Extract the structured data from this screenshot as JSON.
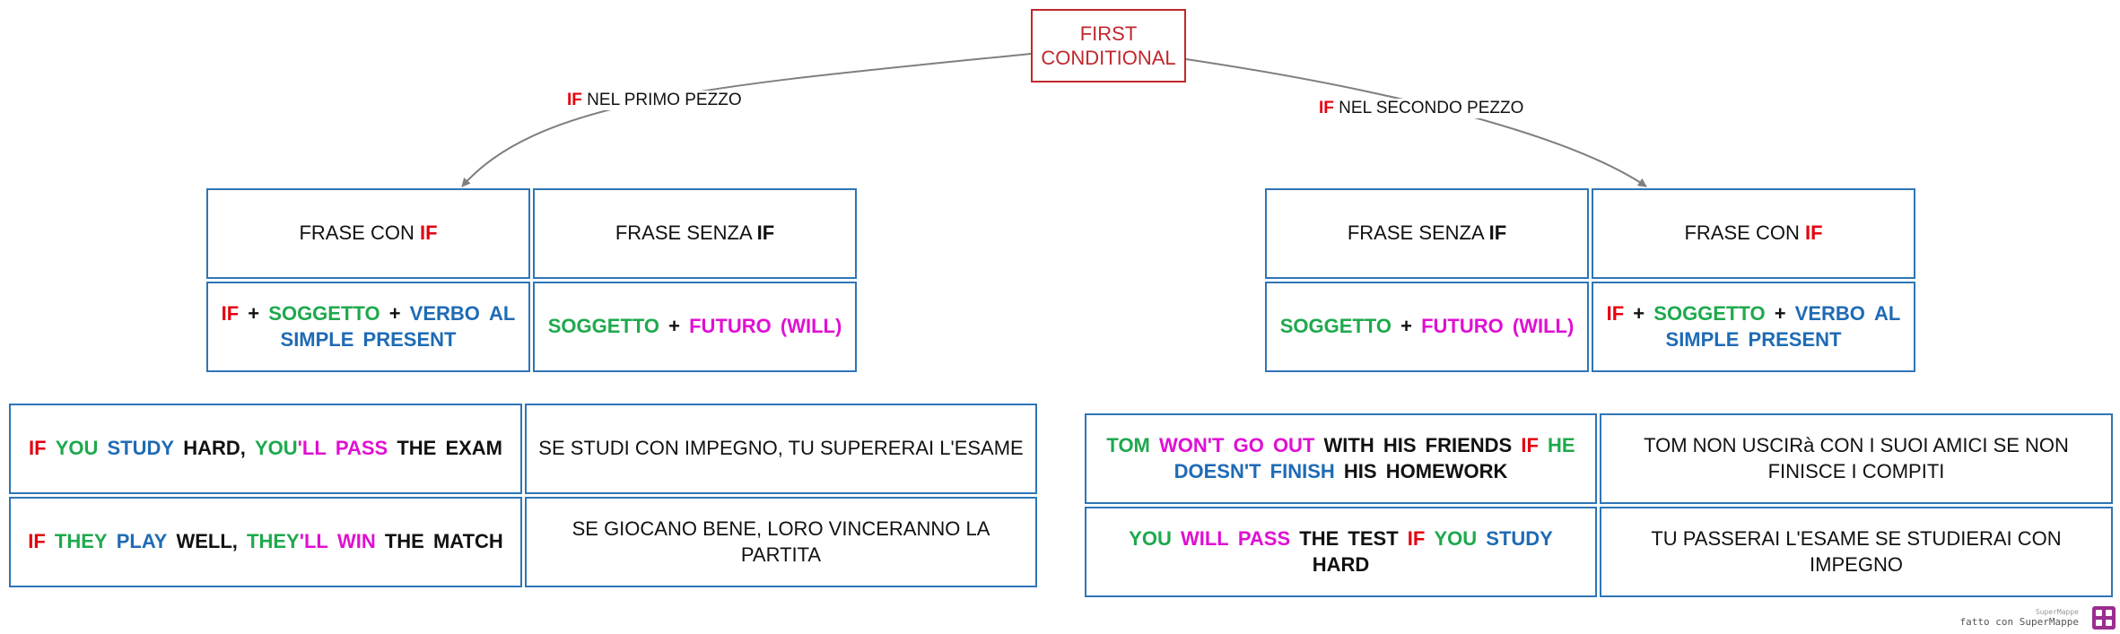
{
  "root": {
    "line1": "FIRST",
    "line2": "CONDITIONAL"
  },
  "branches": {
    "left": {
      "if": "IF",
      "rest": " NEL PRIMO PEZZO"
    },
    "right": {
      "if": "IF",
      "rest": " NEL SECONDO PEZZO"
    }
  },
  "headers": {
    "frase_con": "FRASE CON ",
    "frase_senza": "FRASE SENZA ",
    "if": "IF"
  },
  "rules": {
    "if_clause": [
      {
        "text": "IF",
        "color": "#e3000f"
      },
      {
        "text": "+",
        "color": "#111111"
      },
      {
        "text": "SOGGETTO",
        "color": "#1ea94d"
      },
      {
        "text": "+",
        "color": "#111111"
      },
      {
        "text": "VERBO",
        "color": "#1f6bb5"
      },
      {
        "text": "AL",
        "color": "#1f6bb5"
      },
      {
        "text": "SIMPLE",
        "color": "#1f6bb5"
      },
      {
        "text": "PRESENT",
        "color": "#1f6bb5"
      }
    ],
    "main_clause": [
      {
        "text": "SOGGETTO",
        "color": "#1ea94d"
      },
      {
        "text": "+",
        "color": "#111111"
      },
      {
        "text": "FUTURO",
        "color": "#e00fd2"
      },
      {
        "text": "(WILL)",
        "color": "#e00fd2"
      }
    ]
  },
  "examples": {
    "left": [
      {
        "sentence": [
          {
            "text": "IF",
            "color": "#e3000f"
          },
          {
            "text": "YOU",
            "color": "#1ea94d"
          },
          {
            "text": "STUDY",
            "color": "#1f6bb5"
          },
          {
            "text": "HARD,",
            "color": "#111111"
          },
          {
            "text": "YOU'LL",
            "color": "#1ea94d",
            "split": [
              [
                "YOU",
                "#1ea94d"
              ],
              [
                "'LL",
                "#e00fd2"
              ]
            ]
          },
          {
            "text": "PASS",
            "color": "#e00fd2"
          },
          {
            "text": "THE",
            "color": "#111111"
          },
          {
            "text": "EXAM",
            "color": "#111111"
          }
        ],
        "translation": "SE STUDI CON IMPEGNO, TU SUPERERAI L'ESAME"
      },
      {
        "sentence": [
          {
            "text": "IF",
            "color": "#e3000f"
          },
          {
            "text": "THEY",
            "color": "#1ea94d"
          },
          {
            "text": "PLAY",
            "color": "#1f6bb5"
          },
          {
            "text": "WELL,",
            "color": "#111111"
          },
          {
            "text": "THEY'LL",
            "color": "#1ea94d",
            "split": [
              [
                "THEY",
                "#1ea94d"
              ],
              [
                "'LL",
                "#e00fd2"
              ]
            ]
          },
          {
            "text": "WIN",
            "color": "#e00fd2"
          },
          {
            "text": "THE",
            "color": "#111111"
          },
          {
            "text": "MATCH",
            "color": "#111111"
          }
        ],
        "translation": "SE GIOCANO BENE, LORO VINCERANNO LA PARTITA"
      }
    ],
    "right": [
      {
        "sentence": [
          {
            "text": "TOM",
            "color": "#1ea94d"
          },
          {
            "text": "WON'T",
            "color": "#e00fd2"
          },
          {
            "text": "GO",
            "color": "#e00fd2"
          },
          {
            "text": "OUT",
            "color": "#e00fd2"
          },
          {
            "text": "WITH",
            "color": "#111111"
          },
          {
            "text": "HIS",
            "color": "#111111"
          },
          {
            "text": "FRIENDS",
            "color": "#111111"
          },
          {
            "text": "IF",
            "color": "#e3000f"
          },
          {
            "text": "HE",
            "color": "#1ea94d"
          },
          {
            "text": "DOESN'T",
            "color": "#1f6bb5"
          },
          {
            "text": "FINISH",
            "color": "#1f6bb5"
          },
          {
            "text": "HIS",
            "color": "#111111"
          },
          {
            "text": "HOMEWORK",
            "color": "#111111"
          }
        ],
        "translation": "TOM NON USCIRà CON I SUOI AMICI SE NON FINISCE I COMPITI"
      },
      {
        "sentence": [
          {
            "text": "YOU",
            "color": "#1ea94d"
          },
          {
            "text": "WILL",
            "color": "#e00fd2"
          },
          {
            "text": "PASS",
            "color": "#e00fd2"
          },
          {
            "text": "THE",
            "color": "#111111"
          },
          {
            "text": "TEST",
            "color": "#111111"
          },
          {
            "text": "IF",
            "color": "#e3000f"
          },
          {
            "text": "YOU",
            "color": "#1ea94d"
          },
          {
            "text": "STUDY",
            "color": "#1f6bb5"
          },
          {
            "text": "HARD",
            "color": "#111111"
          }
        ],
        "translation": "TU PASSERAI L'ESAME SE STUDIERAI CON IMPEGNO"
      }
    ]
  },
  "footer": {
    "small": "SuperMappe",
    "main": "fatto con SuperMappe",
    "logo_color": "#9b2d8f"
  },
  "colors": {
    "box_border": "#2e75b6",
    "root_border": "#c0272d",
    "connector": "#7f7f7f"
  }
}
